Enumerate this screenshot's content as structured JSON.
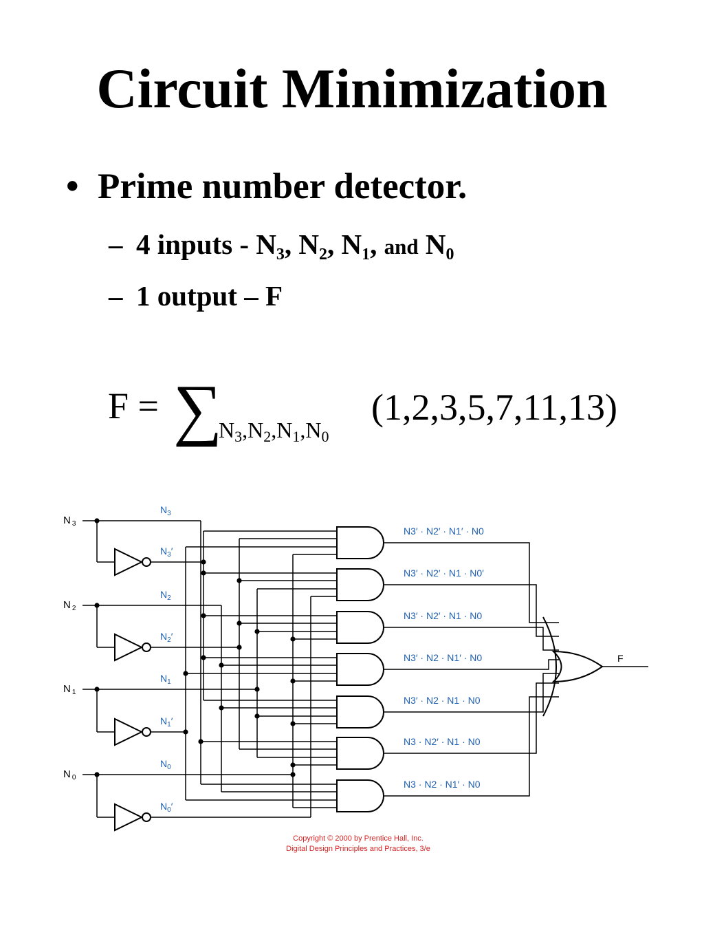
{
  "slide": {
    "title": "Circuit Minimization",
    "bullet": "Prime number detector.",
    "bullet_marker": "•",
    "dash": "–",
    "sub1": {
      "lead": "4 inputs - ",
      "n3": "N",
      "n3_sub": "3",
      "sep1": ", ",
      "n2": "N",
      "n2_sub": "2",
      "sep2": ", ",
      "n1": "N",
      "n1_sub": "1",
      "sep3": ", ",
      "and": "and",
      "sep4": " ",
      "n0": "N",
      "n0_sub": "0"
    },
    "sub2": "1 output – F"
  },
  "formula": {
    "lhs": "F =",
    "sigma": "∑",
    "index": [
      "N",
      "3",
      ",",
      "N",
      "2",
      ",",
      "N",
      "1",
      ",",
      "N",
      "0"
    ],
    "terms": "(1,2,3,5,7,11,13)"
  },
  "diagram": {
    "inputs": [
      "N",
      "N",
      "N",
      "N"
    ],
    "input_subs": [
      "3",
      "2",
      "1",
      "0"
    ],
    "line_labels": [
      {
        "base": "N",
        "sub": "3",
        "prime": ""
      },
      {
        "base": "N",
        "sub": "3",
        "prime": "′"
      },
      {
        "base": "N",
        "sub": "2",
        "prime": ""
      },
      {
        "base": "N",
        "sub": "2",
        "prime": "′"
      },
      {
        "base": "N",
        "sub": "1",
        "prime": ""
      },
      {
        "base": "N",
        "sub": "1",
        "prime": "′"
      },
      {
        "base": "N",
        "sub": "0",
        "prime": ""
      },
      {
        "base": "N",
        "sub": "0",
        "prime": "′"
      }
    ],
    "and_terms": [
      "N3′ · N2′ · N1′ · N0",
      "N3′ · N2′ · N1 · N0′",
      "N3′ · N2′ · N1 · N0",
      "N3′ · N2 · N1′ · N0",
      "N3′ · N2 · N1 · N0",
      "N3 · N2′ · N1 · N0",
      "N3 · N2 · N1′ · N0"
    ],
    "output_label": "F",
    "copyright_line1": "Copyright © 2000 by Prentice Hall, Inc.",
    "copyright_line2": "Digital Design Principles and Practices, 3/e",
    "colors": {
      "wire": "#000000",
      "label": "#1f5fb0",
      "copyright": "#d61f1f"
    }
  }
}
